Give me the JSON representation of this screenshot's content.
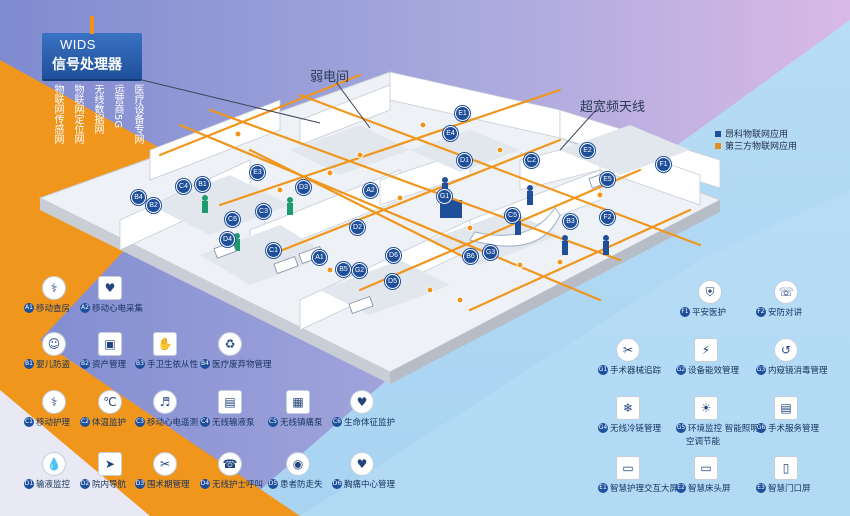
{
  "processor": {
    "title": "WIDS",
    "subtitle": "信号处理器"
  },
  "processor_channels": [
    "物联网传感网",
    "物联网定位网",
    "无线数据网",
    "运营商5G",
    "医疗设备专网"
  ],
  "callouts": {
    "weak_room": "弱电间",
    "antenna": "超宽频天线"
  },
  "legend": [
    {
      "label": "昂科物联网应用",
      "color": "#1f4f9a"
    },
    {
      "label": "第三方物联网应用",
      "color": "#e3901c"
    }
  ],
  "colors": {
    "orange": "#f0961d",
    "blue": "#1f4f9a",
    "wall": "#ffffff",
    "floor": "#dfe4ea"
  },
  "left_apps": [
    {
      "code": "A1",
      "label": "移动查房",
      "icon": "doctor-icon"
    },
    {
      "code": "A2",
      "label": "移动心电采集",
      "icon": "ecg-icon"
    },
    {
      "code": "B1",
      "label": "婴儿防盗",
      "icon": "baby-icon"
    },
    {
      "code": "B2",
      "label": "资产管理",
      "icon": "asset-icon"
    },
    {
      "code": "B3",
      "label": "手卫生依从性",
      "icon": "handwash-icon"
    },
    {
      "code": "B4",
      "label": "医疗废弃物管理",
      "icon": "waste-icon"
    },
    {
      "code": "C1",
      "label": "移动护理",
      "icon": "nurse-icon"
    },
    {
      "code": "C2",
      "label": "体温监护",
      "icon": "thermometer-icon"
    },
    {
      "code": "C3",
      "label": "移动心电遥测",
      "icon": "telemetry-icon"
    },
    {
      "code": "C4",
      "label": "无线输液泵",
      "icon": "infusion-pump-icon"
    },
    {
      "code": "C5",
      "label": "无线镇痛泵",
      "icon": "analgesia-pump-icon"
    },
    {
      "code": "C6",
      "label": "生命体征监护",
      "icon": "vitals-icon"
    },
    {
      "code": "D1",
      "label": "输液监控",
      "icon": "drip-icon"
    },
    {
      "code": "D2",
      "label": "院内导航",
      "icon": "navigation-icon"
    },
    {
      "code": "D3",
      "label": "围术期管理",
      "icon": "surgery-icon"
    },
    {
      "code": "D4",
      "label": "无线护士呼叫",
      "icon": "nurse-call-icon"
    },
    {
      "code": "D5",
      "label": "患者防走失",
      "icon": "patient-tag-icon"
    },
    {
      "code": "D6",
      "label": "胸痛中心管理",
      "icon": "chest-pain-icon"
    }
  ],
  "right_apps": [
    {
      "code": "F1",
      "label": "平安医护",
      "icon": "shield-icon"
    },
    {
      "code": "F2",
      "label": "安防对讲",
      "icon": "intercom-icon"
    },
    {
      "code": "G1",
      "label": "手术器械追踪",
      "icon": "instrument-icon"
    },
    {
      "code": "G2",
      "label": "设备能效管理",
      "icon": "energy-icon"
    },
    {
      "code": "G3",
      "label": "内窥镜消毒管理",
      "icon": "endoscope-icon"
    },
    {
      "code": "G4",
      "label": "无线冷链管理",
      "icon": "cold-chain-icon"
    },
    {
      "code": "G5",
      "label": "环境监控 智能照明",
      "sub": "空调节能",
      "icon": "environment-icon"
    },
    {
      "code": "G6",
      "label": "手术服务管理",
      "icon": "gown-icon"
    },
    {
      "code": "E1",
      "label": "智慧护理交互大屏",
      "icon": "big-screen-icon"
    },
    {
      "code": "E2",
      "label": "智慧床头屏",
      "icon": "bedside-screen-icon"
    },
    {
      "code": "E3",
      "label": "智慧门口屏",
      "icon": "door-screen-icon"
    }
  ],
  "map_nodes": [
    "E1",
    "E2",
    "E3",
    "E4",
    "E5",
    "F1",
    "F2",
    "C1",
    "C2",
    "C3",
    "C4",
    "C5",
    "C6",
    "D1",
    "D2",
    "D3",
    "D4",
    "D5",
    "D6",
    "A1",
    "A2",
    "B1",
    "B2",
    "B3",
    "B4",
    "B5",
    "B6",
    "G1",
    "G2",
    "G3"
  ]
}
